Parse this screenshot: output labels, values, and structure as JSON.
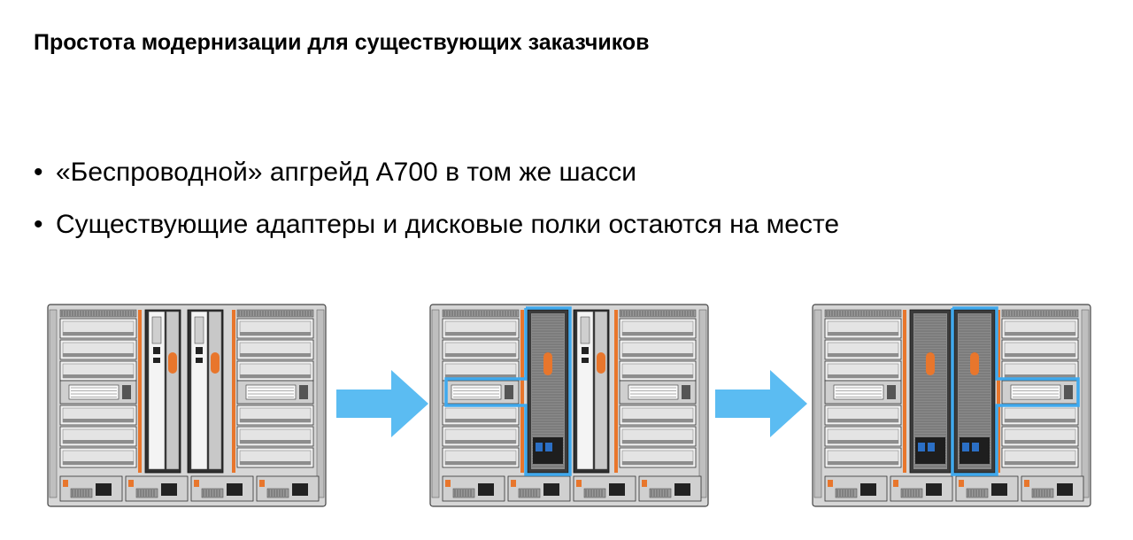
{
  "slide": {
    "title": "Простота модернизации для существующих заказчиков",
    "bullets": [
      {
        "marker": "•",
        "text": "«Беспроводной» апгрейд A700 в том же шасси"
      },
      {
        "marker": "•",
        "text": "Существующие адаптеры и дисковые полки остаются на месте"
      }
    ]
  },
  "figure": {
    "chassis": [
      {
        "name": "chassis-original",
        "highlight": "none"
      },
      {
        "name": "chassis-step-2",
        "highlight": "left-controller"
      },
      {
        "name": "chassis-step-3",
        "highlight": "right-controller"
      }
    ],
    "arrows": [
      "arrow-right-icon",
      "arrow-right-icon"
    ],
    "colors": {
      "highlight": "#3fa9ee",
      "arrow": "#5bbcf2",
      "orange": "#e8762c",
      "metal": "#d6d6d6",
      "dark": "#3a3a3a"
    }
  }
}
